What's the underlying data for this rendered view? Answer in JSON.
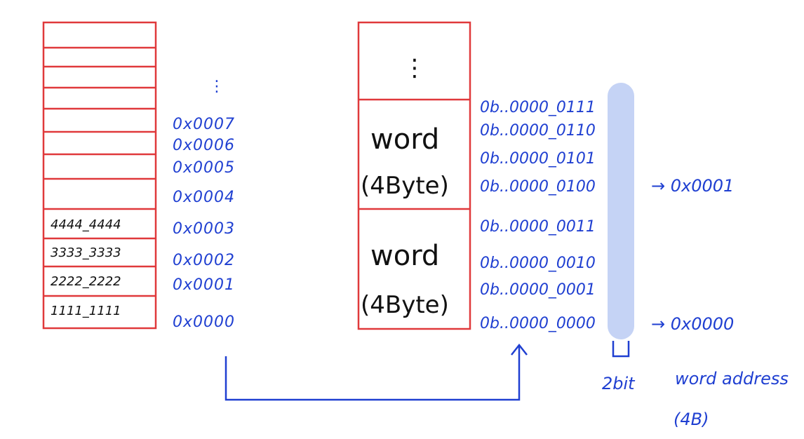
{
  "left_memory": {
    "cell_values": [
      "4444_4444",
      "3333_3333",
      "2222_2222",
      "1111_1111"
    ],
    "addresses": [
      "0x0007",
      "0x0006",
      "0x0005",
      "0x0004",
      "0x0003",
      "0x0002",
      "0x0001",
      "0x0000"
    ],
    "ellipsis": "⋮"
  },
  "right_memory": {
    "ellipsis": "⋮",
    "blocks": [
      {
        "line1": "word",
        "line2": "(4Byte)"
      },
      {
        "line1": "word",
        "line2": "(4Byte)"
      }
    ],
    "binary_addresses": [
      "0b..0000_0111",
      "0b..0000_0110",
      "0b..0000_0101",
      "0b..0000_0100",
      "0b..0000_0011",
      "0b..0000_0010",
      "0b..0000_0001",
      "0b..0000_0000"
    ]
  },
  "word_addresses": [
    "→ 0x0001",
    "→ 0x0000"
  ],
  "annotations": {
    "offset_bits": "2bit",
    "word_address_label": "word address",
    "word_address_size": "(4B)"
  },
  "colors": {
    "cell_border": "#e0393b",
    "ink_blue": "#1f3fd1",
    "highlight": "#9fb6ef"
  }
}
